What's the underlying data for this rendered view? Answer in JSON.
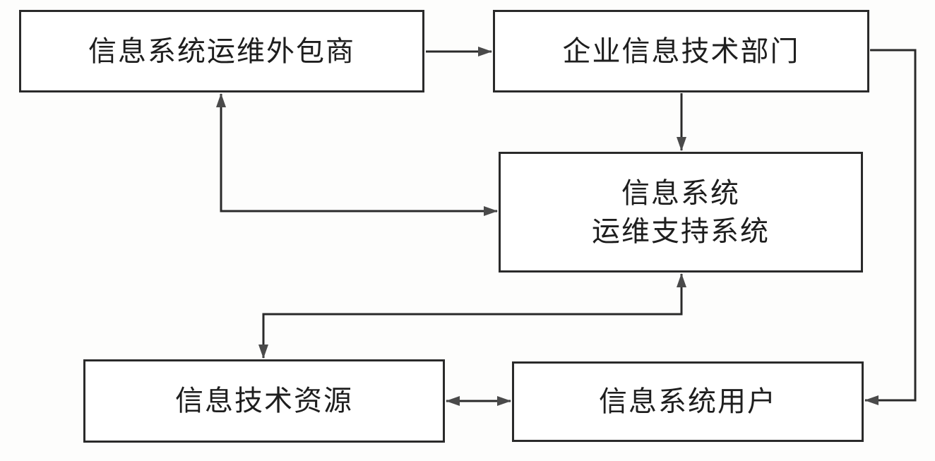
{
  "diagram": {
    "nodes": {
      "outsourcer": {
        "label": "信息系统运维外包商"
      },
      "it_department": {
        "label": "企业信息技术部门"
      },
      "support_system": {
        "line1": "信息系统",
        "line2": "运维支持系统"
      },
      "it_resources": {
        "label": "信息技术资源"
      },
      "system_users": {
        "label": "信息系统用户"
      }
    },
    "edges": [
      {
        "from": "outsourcer",
        "to": "it_department",
        "direction": "one-way"
      },
      {
        "from": "it_department",
        "to": "support_system",
        "direction": "one-way"
      },
      {
        "from": "it_department",
        "to": "system_users",
        "direction": "one-way"
      },
      {
        "from": "outsourcer",
        "to": "support_system",
        "direction": "two-way"
      },
      {
        "from": "support_system",
        "to": "it_resources",
        "direction": "two-way"
      },
      {
        "from": "it_resources",
        "to": "system_users",
        "direction": "two-way"
      }
    ],
    "colors": {
      "stroke": "#2a2a2a",
      "arrowhead": "#4a4a4a",
      "text": "#1e1e1e"
    }
  }
}
